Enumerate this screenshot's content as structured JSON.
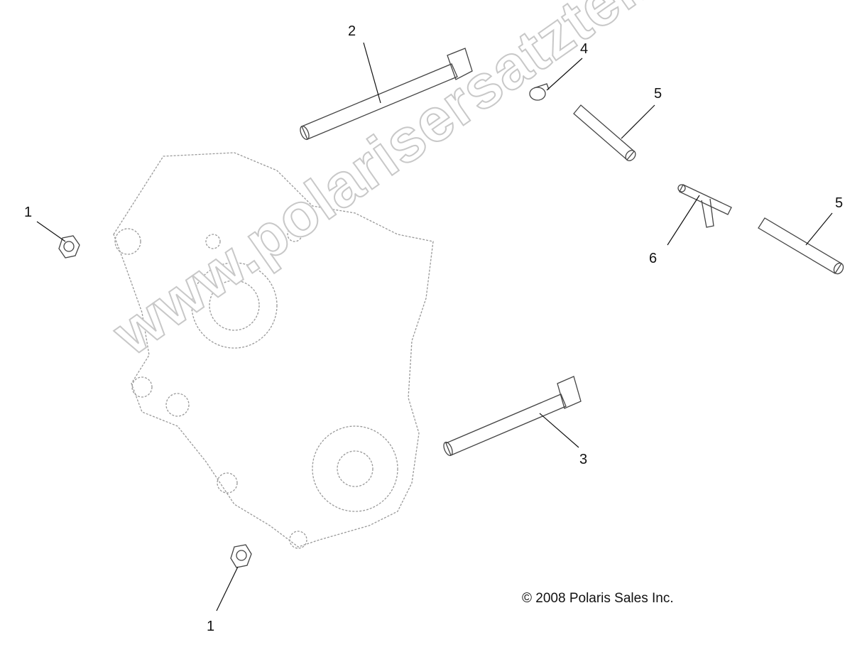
{
  "callouts": [
    {
      "id": "1a",
      "label": "1"
    },
    {
      "id": "1b",
      "label": "1"
    },
    {
      "id": "2",
      "label": "2"
    },
    {
      "id": "3",
      "label": "3"
    },
    {
      "id": "4",
      "label": "4"
    },
    {
      "id": "5a",
      "label": "5"
    },
    {
      "id": "5b",
      "label": "5"
    },
    {
      "id": "6",
      "label": "6"
    }
  ],
  "copyright": "© 2008 Polaris Sales Inc.",
  "watermark": "www.polarisersatzteile.de"
}
